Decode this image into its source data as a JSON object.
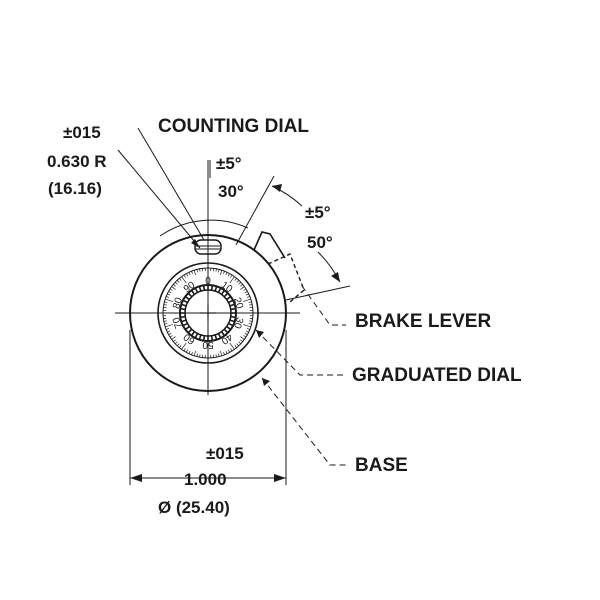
{
  "labels": {
    "counting_dial": "COUNTING DIAL",
    "brake_lever": "BRAKE LEVER",
    "graduated_dial": "GRADUATED DIAL",
    "base": "BASE"
  },
  "dimensions": {
    "radius_tol": "±015",
    "radius_in": "0.630 R",
    "radius_mm": "(16.16)",
    "angle1_tol": "±5°",
    "angle1_val": "30°",
    "angle2_tol": "±5°",
    "angle2_val": "50°",
    "dia_tol": "±015",
    "dia_in": "1.000",
    "dia_mm": "Ø (25.40)"
  },
  "dial": {
    "scale_labels": [
      "0",
      "10",
      "20",
      "30",
      "40",
      "50",
      "60",
      "70",
      "80",
      "90"
    ]
  }
}
